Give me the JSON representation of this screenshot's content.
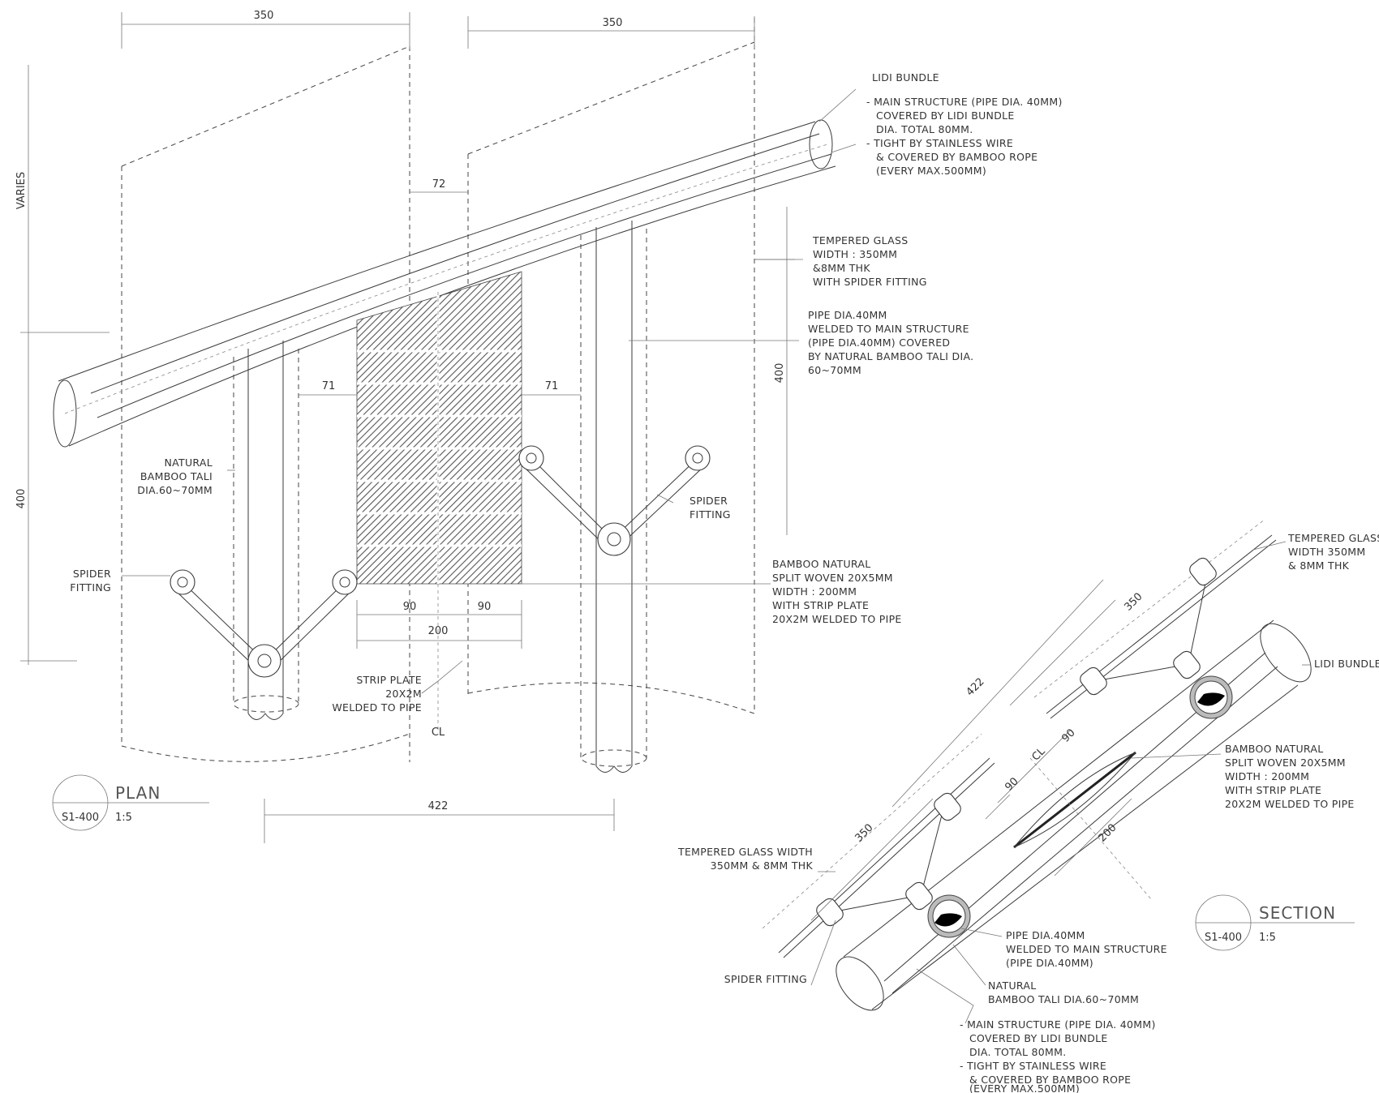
{
  "plan": {
    "dims": {
      "top_left": "350",
      "top_right": "350",
      "varies": "VARIES",
      "gap_top": "72",
      "left_71": "71",
      "right_71": "71",
      "height_left": "400",
      "height_right": "400",
      "w90a": "90",
      "w90b": "90",
      "w200": "200",
      "bottom": "422",
      "cl": "CL"
    },
    "labels": {
      "lidi_title": "LIDI BUNDLE",
      "main_structure": [
        "- MAIN STRUCTURE (PIPE DIA. 40MM)",
        "COVERED BY LIDI BUNDLE",
        "DIA. TOTAL 80MM.",
        "- TIGHT BY STAINLESS WIRE",
        "& COVERED BY BAMBOO ROPE",
        "(EVERY MAX.500MM)"
      ],
      "tempered_glass": [
        "TEMPERED GLASS",
        "WIDTH : 350MM",
        "&8MM THK",
        "WITH SPIDER FITTING"
      ],
      "pipe": [
        "PIPE DIA.40MM",
        "WELDED TO MAIN STRUCTURE",
        "(PIPE DIA.40MM) COVERED",
        "BY NATURAL BAMBOO TALI DIA.",
        "60~70MM"
      ],
      "natural_bamboo": [
        "NATURAL",
        "BAMBOO TALI",
        "DIA.60~70MM"
      ],
      "spider_right": [
        "SPIDER",
        "FITTING"
      ],
      "spider_left": [
        "SPIDER",
        "FITTING"
      ],
      "bamboo_woven": [
        "BAMBOO NATURAL",
        "SPLIT WOVEN 20X5MM",
        "WIDTH : 200MM",
        "WITH STRIP PLATE",
        "20X2M WELDED TO PIPE"
      ],
      "strip_plate": [
        "STRIP PLATE",
        "20X2M",
        "WELDED TO PIPE"
      ]
    },
    "title": {
      "name": "PLAN",
      "ref": "S1-400",
      "scale": "1:5"
    }
  },
  "section": {
    "dims": {
      "d350a": "350",
      "d422": "422",
      "d90a": "90",
      "d90b": "90",
      "d350b": "350",
      "d200": "200",
      "cl": "CL"
    },
    "labels": {
      "tempered_glass_top": [
        "TEMPERED GLASS",
        "WIDTH 350MM",
        "& 8MM THK"
      ],
      "lidi_bundle": "LIDI BUNDLE",
      "bamboo_woven": [
        "BAMBOO NATURAL",
        "SPLIT WOVEN 20X5MM",
        "WIDTH : 200MM",
        "WITH STRIP PLATE",
        "20X2M WELDED TO PIPE"
      ],
      "tempered_glass_left": [
        "TEMPERED GLASS WIDTH",
        "350MM & 8MM THK"
      ],
      "pipe": [
        "PIPE DIA.40MM",
        "WELDED TO MAIN STRUCTURE",
        "(PIPE DIA.40MM)"
      ],
      "natural_bamboo": [
        "NATURAL",
        "BAMBOO TALI DIA.60~70MM"
      ],
      "spider_fitting": "SPIDER FITTING",
      "main_structure": [
        "- MAIN STRUCTURE (PIPE DIA. 40MM)",
        "COVERED BY LIDI BUNDLE",
        "DIA. TOTAL 80MM.",
        "- TIGHT BY STAINLESS WIRE",
        "& COVERED BY BAMBOO ROPE",
        "(EVERY MAX.500MM)"
      ]
    },
    "title": {
      "name": "SECTION",
      "ref": "S1-400",
      "scale": "1:5"
    }
  }
}
